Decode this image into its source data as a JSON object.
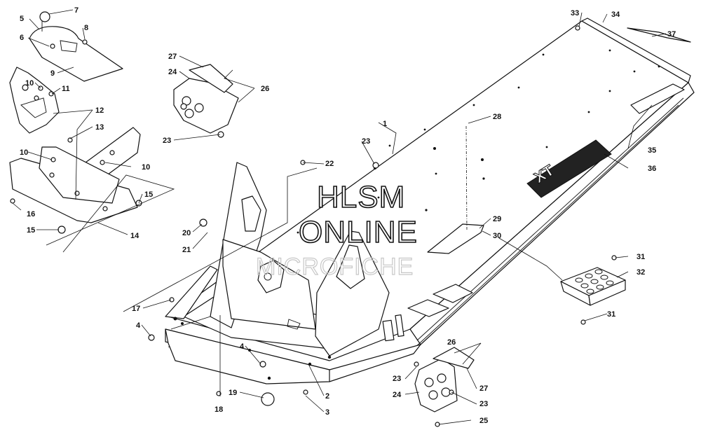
{
  "watermark": {
    "line1": "HLSM",
    "line2": "ONLINE",
    "line3": "MICROFICHE"
  },
  "decal_text": "XT",
  "callouts": [
    "1",
    "2",
    "3",
    "4",
    "4",
    "5",
    "6",
    "7",
    "8",
    "9",
    "10",
    "10",
    "10",
    "11",
    "12",
    "13",
    "14",
    "15",
    "15",
    "16",
    "17",
    "18",
    "19",
    "20",
    "21",
    "22",
    "23",
    "23",
    "23",
    "23",
    "24",
    "24",
    "25",
    "26",
    "26",
    "27",
    "27",
    "28",
    "29",
    "30",
    "31",
    "31",
    "32",
    "33",
    "34",
    "35",
    "36",
    "37"
  ]
}
